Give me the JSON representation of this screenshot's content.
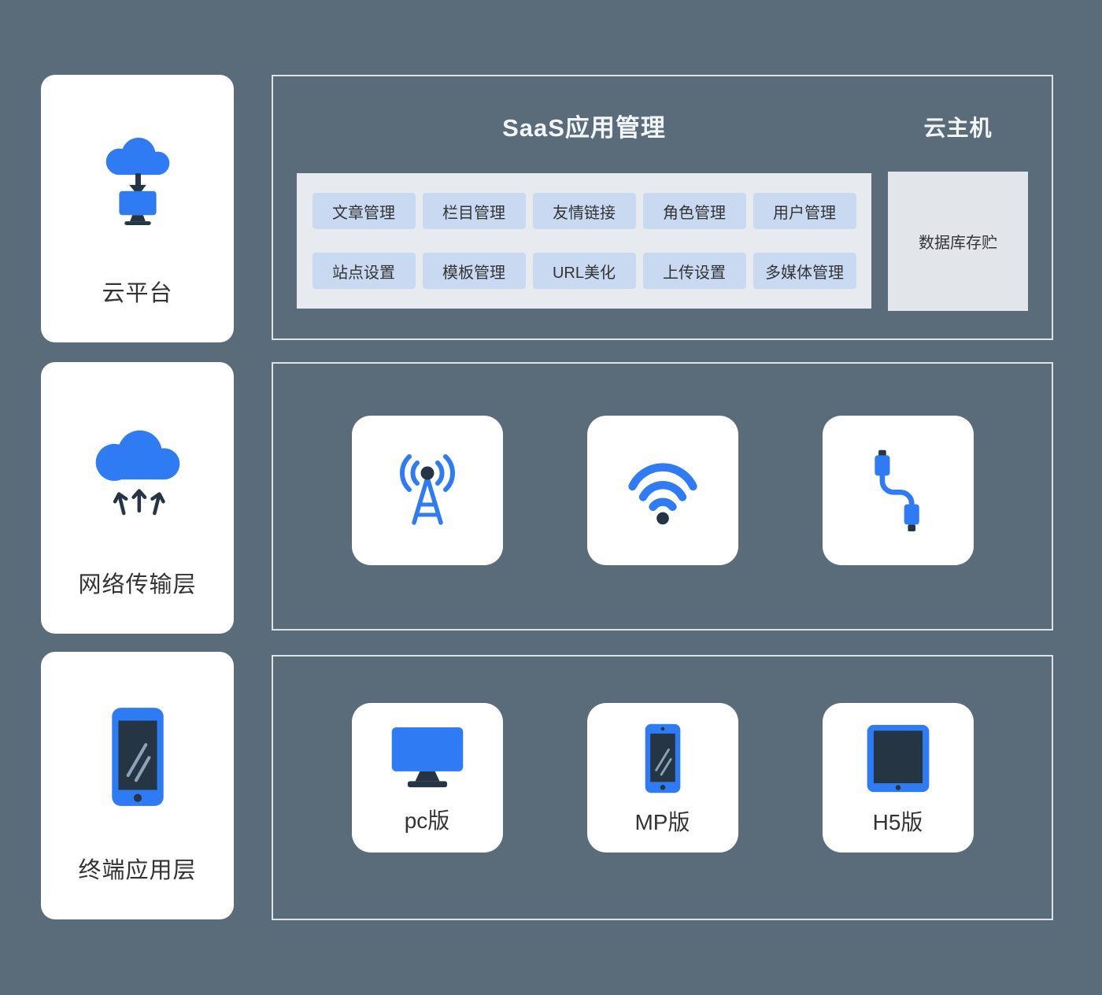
{
  "colors": {
    "background": "#5a6b7a",
    "accent_blue": "#2f7bf4",
    "dark_navy": "#253544",
    "chip_bg": "#c9d9f2",
    "panel_bg": "#e7eaee",
    "storage_bg": "#e2e6eb",
    "card_bg": "#ffffff",
    "section_border": "#dde2e7",
    "title_text": "#f3f6f8",
    "label_text": "#333333"
  },
  "left_panels": [
    {
      "label": "云平台",
      "icon": "cloud-download-to-monitor-icon"
    },
    {
      "label": "网络传输层",
      "icon": "cloud-upload-arrows-icon"
    },
    {
      "label": "终端应用层",
      "icon": "smartphone-icon"
    }
  ],
  "saas_section": {
    "title": "SaaS应用管理",
    "host_title": "云主机",
    "modules_row1": [
      "文章管理",
      "栏目管理",
      "友情链接",
      "角色管理",
      "用户管理"
    ],
    "modules_row2": [
      "站点设置",
      "模板管理",
      "URL美化",
      "上传设置",
      "多媒体管理"
    ],
    "storage_label": "数据库存贮"
  },
  "network_section": {
    "icons": [
      "signal-tower-icon",
      "wifi-icon",
      "usb-cable-icon"
    ]
  },
  "terminal_section": {
    "items": [
      {
        "label": "pc版",
        "icon": "desktop-monitor-icon"
      },
      {
        "label": "MP版",
        "icon": "mobile-phone-icon"
      },
      {
        "label": "H5版",
        "icon": "tablet-icon"
      }
    ]
  }
}
